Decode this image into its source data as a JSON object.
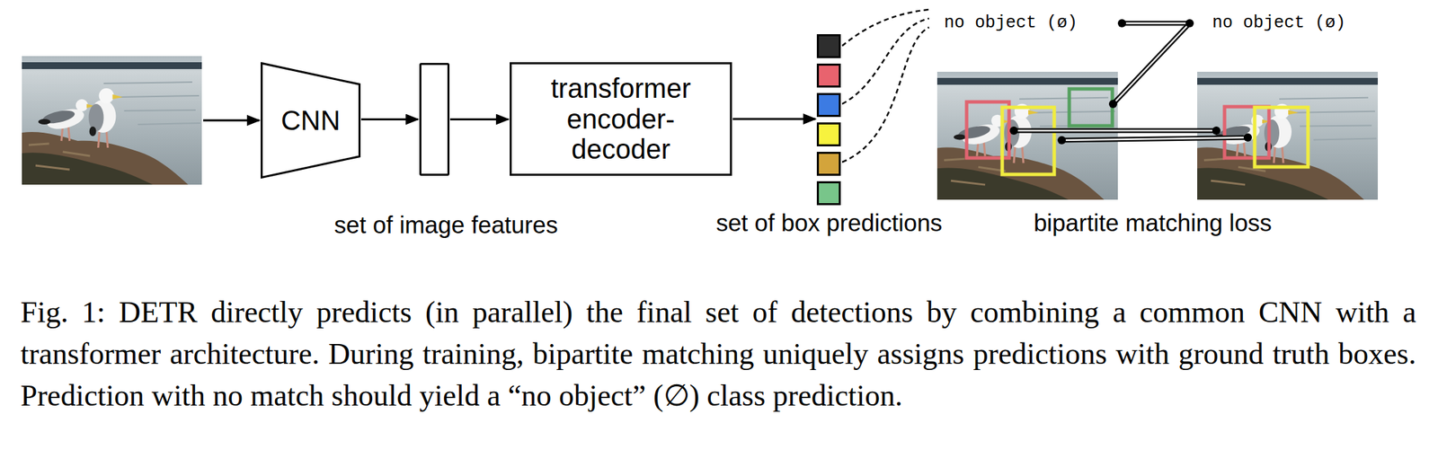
{
  "diagram": {
    "caption": "Fig. 1: DETR directly predicts (in parallel) the final set of detections by combining a common CNN with a transformer architecture. During training, bipartite matching uniquely assigns predictions with ground truth boxes. Prediction with no match should yield a “no object” (∅) class prediction.",
    "nodes": [
      {
        "text": [
          "CNN"
        ]
      },
      {
        "text": [
          "set of image features"
        ]
      },
      {
        "text": [
          "transformer encoder-decoder"
        ]
      },
      {
        "text": [
          "set of box predictions"
        ]
      }
    ],
    "edges": [
      {
        "from": 0,
        "to": 1,
        "arrow": "to"
      },
      {
        "from": 1,
        "to": 2,
        "arrow": "to"
      },
      {
        "from": 2,
        "to": 3,
        "arrow": "to"
      }
    ],
    "labels": [
      "no object (ø)",
      "no object (ø)",
      "bipartite matching loss"
    ]
  }
}
